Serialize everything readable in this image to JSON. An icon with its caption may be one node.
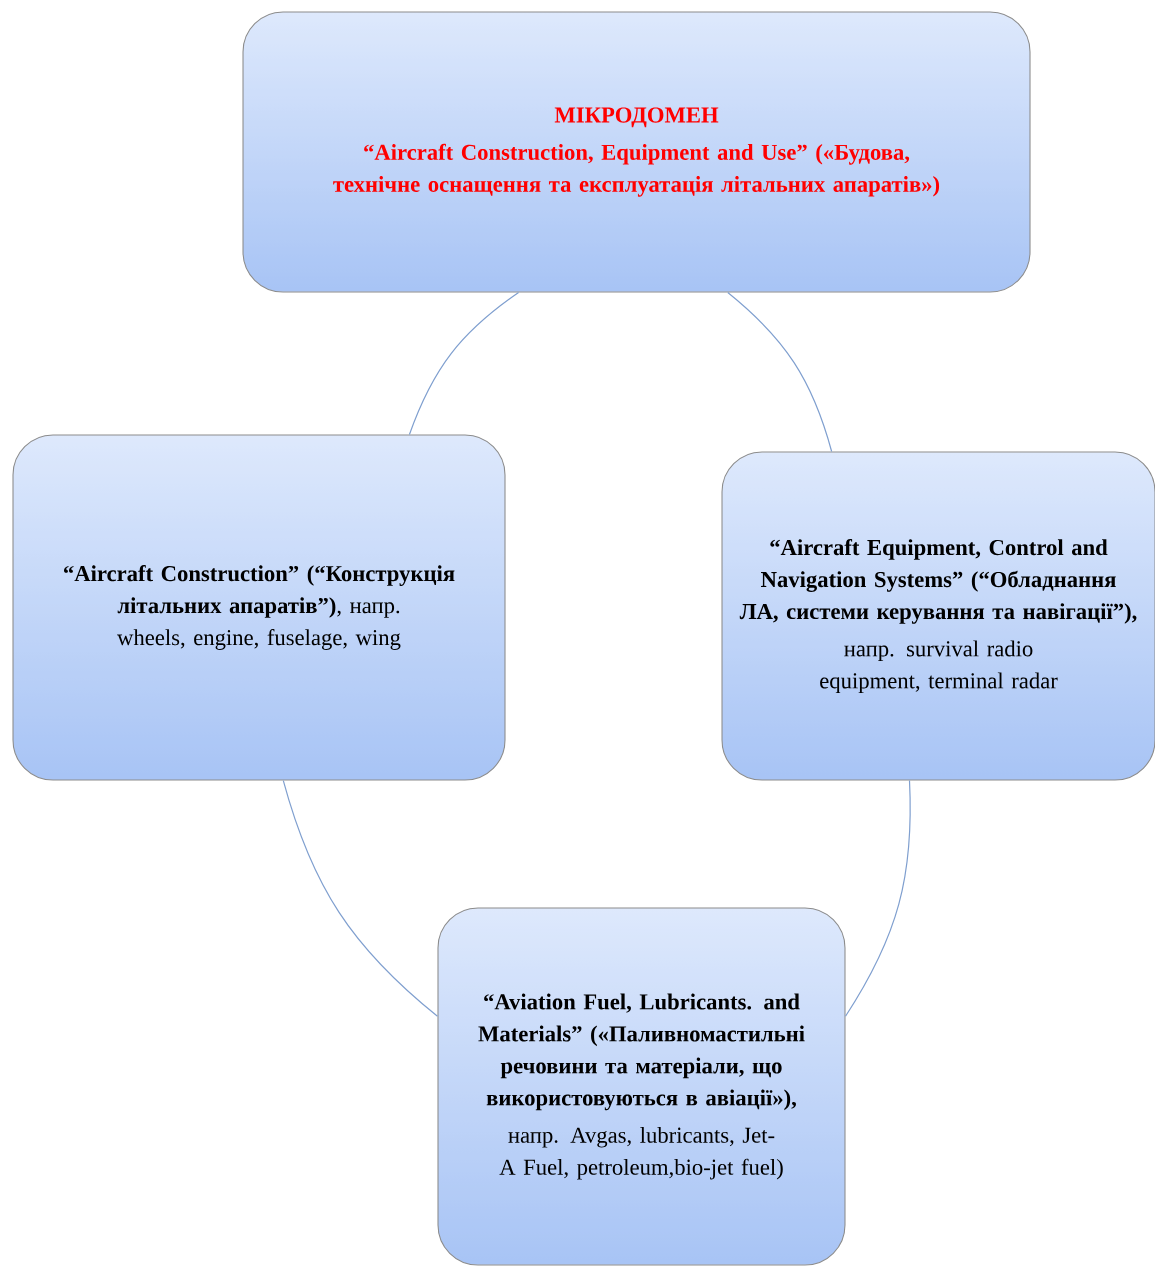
{
  "diagram": {
    "nodes": [
      {
        "text": [
          "МІКРОДОМЕН",
          "“Aircraft Construction, Equipment and Use” («Будова, технічне оснащення та експлуатація літальних апаратів»)"
        ]
      },
      {
        "text": [
          "**“Aircraft Construction” (“Конструкція літальних апаратів”)**, напр. wheels, engine, fuselage, wing"
        ]
      },
      {
        "text": [
          "“Aircraft Equipment, Control and Navigation Systems” (“Обладнання ЛА, системи керування та навігації”),",
          "напр. survival radio equipment, terminal radar"
        ]
      },
      {
        "text": [
          "“Aviation Fuel, Lubricants. and Materials” («Паливномастильні речовини та матеріали, що використовуються в авіації»),",
          "напр. Avgas, lubricants, Jet-A Fuel, petroleum,bio-jet fuel)"
        ]
      }
    ],
    "edges": [
      {
        "from": 0,
        "to": 1,
        "arrow": "none"
      },
      {
        "from": 0,
        "to": 2,
        "arrow": "none"
      },
      {
        "from": 2,
        "to": 3,
        "arrow": "none"
      },
      {
        "from": 3,
        "to": 1,
        "arrow": "none"
      }
    ]
  }
}
